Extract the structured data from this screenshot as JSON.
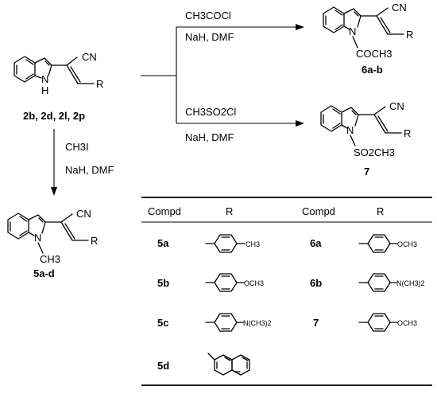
{
  "top_left_compound": {
    "ring_n": "N",
    "ring_h": "H",
    "cn": "CN",
    "r": "R",
    "label": "2b, 2d, 2l, 2p"
  },
  "upper_arrow": {
    "reagent1": "CH3COCl",
    "reagent2": "NaH, DMF"
  },
  "product_6": {
    "ring_n": "N",
    "cn": "CN",
    "r": "R",
    "acyl": "COCH3",
    "label": "6a-b"
  },
  "lower_arrow": {
    "reagent1": "CH3SO2Cl",
    "reagent2": "NaH, DMF"
  },
  "product_7": {
    "ring_n": "N",
    "cn": "CN",
    "r": "R",
    "sulfonyl": "SO2CH3",
    "label": "7"
  },
  "down_arrow": {
    "reagent1": "CH3I",
    "reagent2": "NaH, DMF"
  },
  "product_5": {
    "ring_n": "N",
    "methyl": "CH3",
    "cn": "CN",
    "r": "R",
    "label": "5a-d"
  },
  "table": {
    "headers": [
      "Compd",
      "R",
      "Compd",
      "R"
    ],
    "rows": [
      {
        "compd_left": "5a",
        "r_left": "CH3",
        "compd_right": "6a",
        "r_right": "OCH3"
      },
      {
        "compd_left": "5b",
        "r_left": "OCH3",
        "compd_right": "6b",
        "r_right": "N(CH3)2"
      },
      {
        "compd_left": "5c",
        "r_left": "N(CH3)2",
        "compd_right": "7",
        "r_right": "OCH3"
      },
      {
        "compd_left": "5d",
        "r_left": "naphthalen-2-yl",
        "compd_right": "",
        "r_right": ""
      }
    ]
  }
}
